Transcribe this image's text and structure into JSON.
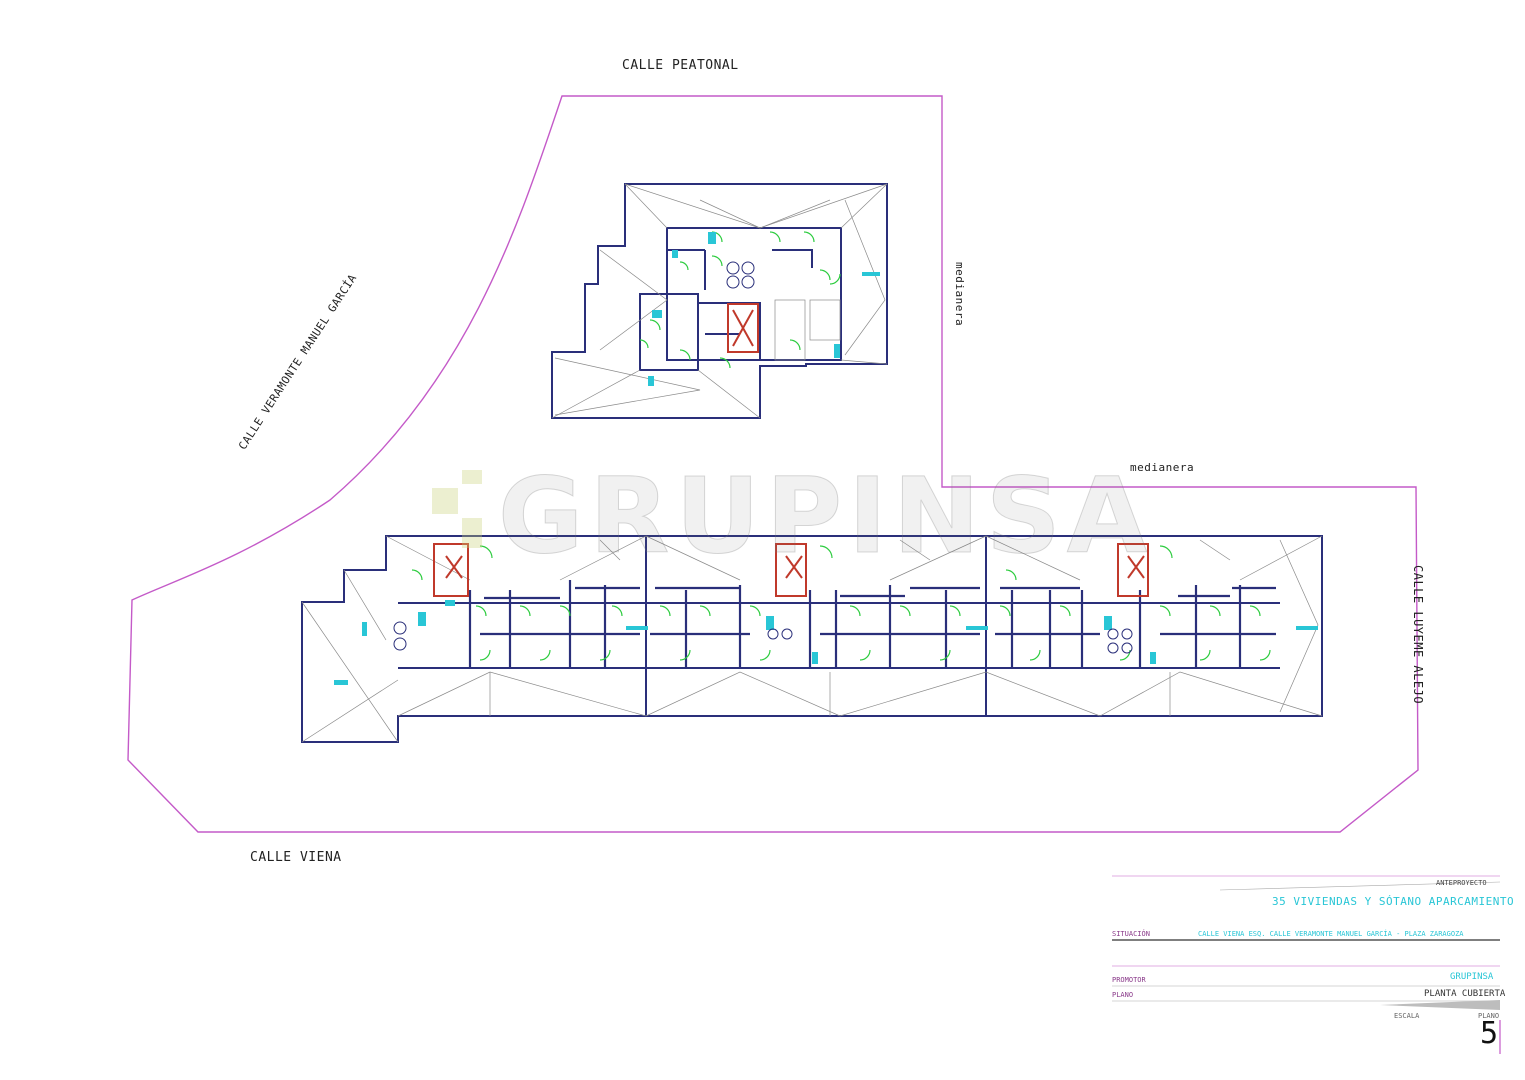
{
  "streets": {
    "top": "CALLE PEATONAL",
    "left": "CALLE VERAMONTE MANUEL GARCÍA",
    "bottom": "CALLE VIENA",
    "right": "CALLE LUYEME ALEJO",
    "medianera_vertical": "medianera",
    "medianera_horizontal": "medianera"
  },
  "watermark": "GRUPINSA",
  "title_block": {
    "header_small": "ANTEPROYECTO",
    "project_title": "35 VIVIENDAS Y SÓTANO APARCAMIENTO",
    "situation_label": "SITUACIÓN",
    "situation_value": "CALLE VIENA ESQ. CALLE VERAMONTE MANUEL GARCÍA - PLAZA ZARAGOZA",
    "promoter_label": "PROMOTOR",
    "promoter_value": "GRUPINSA",
    "plan_label": "PLANO",
    "plan_value": "PLANTA CUBIERTA",
    "scale_label": "ESCALA",
    "number_label": "PLANO",
    "sheet_number": "5"
  },
  "colors": {
    "boundary": "#c45ac8",
    "walls": "#2a2f7a",
    "doors": "#2ecc40",
    "fixtures": "#29c6d6",
    "stairs": "#c0392b",
    "thin": "#8a8a8a"
  }
}
